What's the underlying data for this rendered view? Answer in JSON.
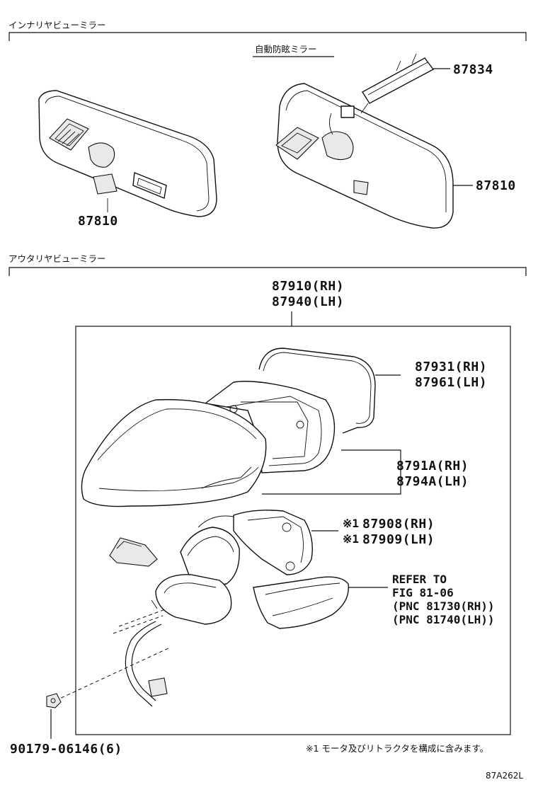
{
  "sections": {
    "inner": "インナリヤビューミラー",
    "auto_dimming": "自動防眩ミラー",
    "outer": "アウタリヤビューミラー"
  },
  "parts": {
    "p87834": "87834",
    "p87810_right": "87810",
    "p87810_left": "87810",
    "p87910": "87910(RH)",
    "p87940": "87940(LH)",
    "p87931": "87931(RH)",
    "p87961": "87961(LH)",
    "p8791A": "8791A(RH)",
    "p8794A": "8794A(LH)",
    "p87908": "87908(RH)",
    "p87909": "87909(LH)",
    "p90179": "90179-06146(6)"
  },
  "marks": {
    "note1a": "※1",
    "note1b": "※1"
  },
  "refer": {
    "line1": "REFER TO",
    "line2": "FIG 81-06",
    "line3": "(PNC 81730(RH))",
    "line4": "(PNC 81740(LH))"
  },
  "footnote": "※1 モータ及びリトラクタを構成に含みます。",
  "figure_id": "87A262L"
}
